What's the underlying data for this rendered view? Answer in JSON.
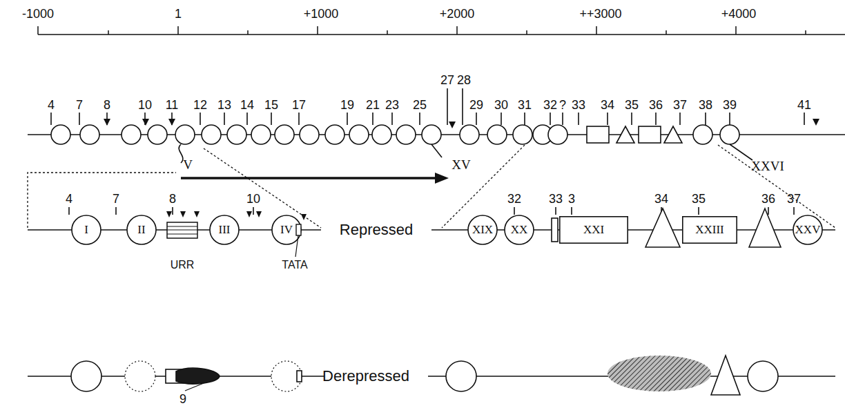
{
  "diagram": {
    "nodes": [
      {
        "text": [
          "I"
        ]
      },
      {
        "text": [
          "II"
        ]
      },
      {
        "text": [
          "III"
        ]
      },
      {
        "text": [
          "IV"
        ]
      },
      {
        "text": [
          "XIX"
        ]
      },
      {
        "text": [
          "XX"
        ]
      },
      {
        "text": [
          "XXI"
        ]
      },
      {
        "text": [
          "XXIII"
        ]
      },
      {
        "text": [
          "XXV"
        ]
      }
    ],
    "labels": [
      "-1000",
      "1",
      "+1000",
      "+2000",
      "++3000",
      "+4000",
      "4",
      "7",
      "8",
      "10",
      "11",
      "12",
      "13",
      "14",
      "15",
      "17",
      "19",
      "21",
      "23",
      "25",
      "27",
      "28",
      "29",
      "30",
      "31",
      "32",
      "?",
      "33",
      "34",
      "35",
      "36",
      "37",
      "38",
      "39",
      "41",
      "V",
      "XV",
      "XXVI",
      "4",
      "7",
      "8",
      "10",
      "URR",
      "TATA",
      "Repressed",
      "32",
      "33",
      "3",
      "34",
      "35",
      "36",
      "37",
      "9",
      "Derepressed"
    ]
  }
}
